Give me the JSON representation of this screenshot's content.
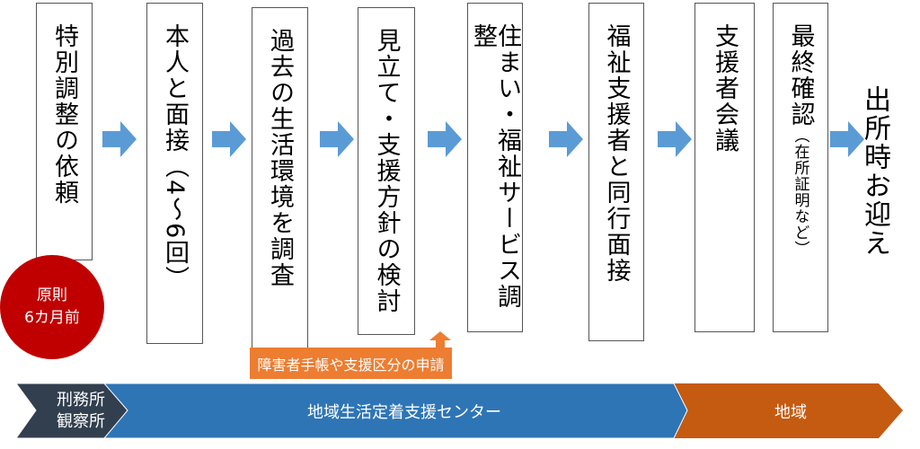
{
  "steps": [
    {
      "label": "特別調整の依頼"
    },
    {
      "label": "本人と面接",
      "note": "（4～6回）"
    },
    {
      "label": "過去の生活環境を調査"
    },
    {
      "label": "見立て・支援方針の検討"
    },
    {
      "label": "住まい・福祉サービス調整"
    },
    {
      "label": "福祉支援者と同行面接"
    },
    {
      "label": "支援者会議"
    },
    {
      "label": "最終確認",
      "note": "（在所証明など）"
    }
  ],
  "final": "出所時お迎え",
  "badge": {
    "line1": "原則",
    "line2": "6カ月前"
  },
  "application_note": "障害者手帳や支援区分の申請",
  "phases": [
    {
      "line1": "刑務所",
      "line2": "観察所"
    },
    {
      "label": "地域生活定着支援センター"
    },
    {
      "label": "地域"
    }
  ],
  "colors": {
    "arrow": "#5b9bd5",
    "badge": "#c00000",
    "note": "#ed7d31",
    "dark": "#323f4f",
    "blue": "#2e75b6",
    "orange": "#c55a11"
  }
}
